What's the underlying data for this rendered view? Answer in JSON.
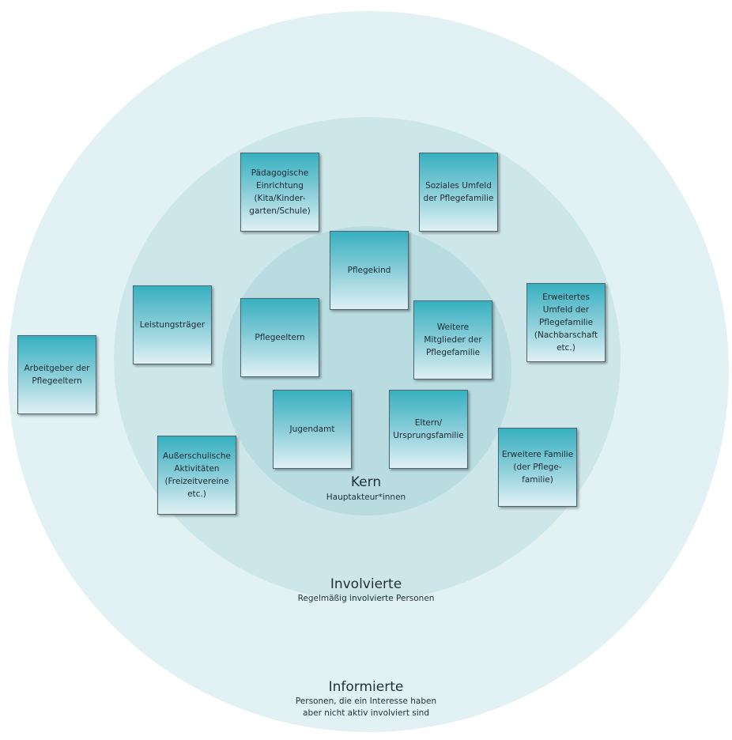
{
  "rings": {
    "informierte": {
      "title": "Informierte",
      "subtitle_lines": [
        "Personen, die ein Interesse haben",
        "aber nicht aktiv involviert sind"
      ],
      "color": "#e2f1f3"
    },
    "involvierte": {
      "title": "Involvierte",
      "subtitle_lines": [
        "Regelmäßig involvierte Personen"
      ],
      "color": "#cde6ea"
    },
    "kern": {
      "title": "Kern",
      "subtitle_lines": [
        "Hauptakteur*innen"
      ],
      "color": "#b9dce1"
    }
  },
  "cards": [
    {
      "lines": [
        "Pädagogische",
        "Einrichtung",
        "(Kita/Kinder-",
        "garten/Schule)"
      ]
    },
    {
      "lines": [
        "Soziales Umfeld",
        "der Pflegefamilie"
      ]
    },
    {
      "lines": [
        "Pflegekind"
      ]
    },
    {
      "lines": [
        "Leistungsträger"
      ]
    },
    {
      "lines": [
        "Pflegeeltern"
      ]
    },
    {
      "lines": [
        "Weitere",
        "Mitglieder der",
        "Pflegefamilie"
      ]
    },
    {
      "lines": [
        "Erweitertes",
        "Umfeld der",
        "Pflegefamilie",
        "(Nachbarschaft",
        "etc.)"
      ]
    },
    {
      "lines": [
        "Arbeitgeber der",
        "Pflegeeltern"
      ]
    },
    {
      "lines": [
        "Jugendamt"
      ]
    },
    {
      "lines": [
        "Eltern/",
        "Ursprungsfamilie"
      ]
    },
    {
      "lines": [
        "Außerschulische",
        "Aktivitäten",
        "(Freizeitvereine",
        "etc.)"
      ]
    },
    {
      "lines": [
        "Erweitere Familie",
        "(der Pflege-",
        "familie)"
      ]
    }
  ],
  "colors": {
    "card_top": "#37b0c0",
    "card_bottom": "#dff0f4",
    "card_border": "#4c6670",
    "text": "#1e2f3a"
  }
}
